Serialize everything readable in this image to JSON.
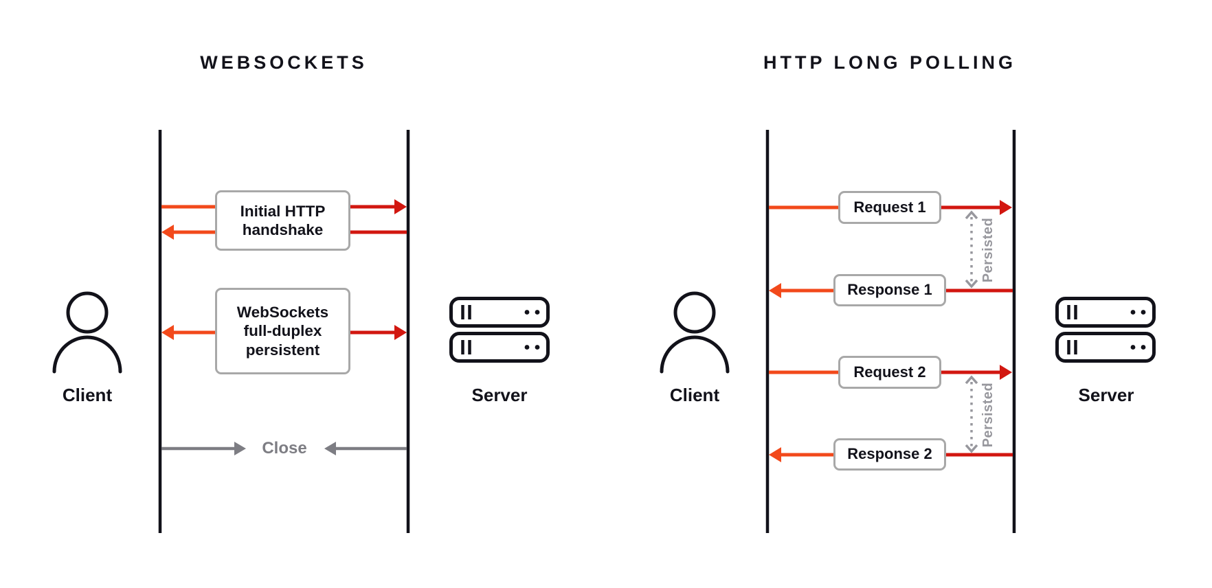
{
  "diagram": {
    "left": {
      "title": "WEBSOCKETS",
      "client_label": "Client",
      "server_label": "Server",
      "handshake_label": "Initial HTTP handshake",
      "duplex_label": "WebSockets full-duplex persistent",
      "close_label": "Close"
    },
    "right": {
      "title": "HTTP LONG POLLING",
      "client_label": "Client",
      "server_label": "Server",
      "request1_label": "Request 1",
      "response1_label": "Response 1",
      "request2_label": "Request 2",
      "response2_label": "Response 2",
      "persisted_label": "Persisted"
    },
    "icons": {
      "client": "person-icon",
      "server": "server-rack-icon"
    },
    "colors": {
      "orange": "#F2491B",
      "red": "#D21710",
      "ink": "#12121A",
      "gray": "#7D7D83",
      "gray_light": "#97979D",
      "box_border": "#A8A8A8"
    }
  }
}
